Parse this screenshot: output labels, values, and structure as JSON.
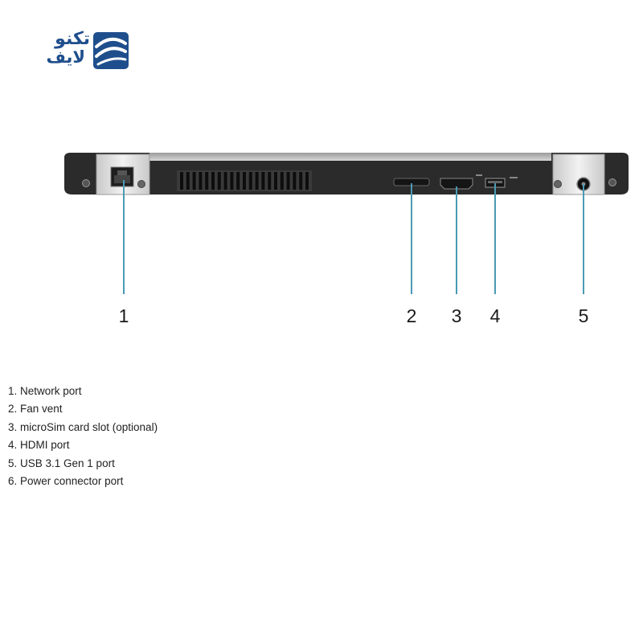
{
  "logo": {
    "line1": "تکنو",
    "line2": "لایف",
    "brand_color": "#1f4e8c"
  },
  "callouts": [
    "1",
    "2",
    "3",
    "4",
    "5"
  ],
  "legend": [
    "1. Network port",
    "2. Fan vent",
    "3. microSim card slot (optional)",
    "4. HDMI port",
    "5. USB 3.1 Gen 1 port",
    "6. Power connector port"
  ],
  "leader_color": "#4a9bb5",
  "chassis_color": "#2b2b2b"
}
